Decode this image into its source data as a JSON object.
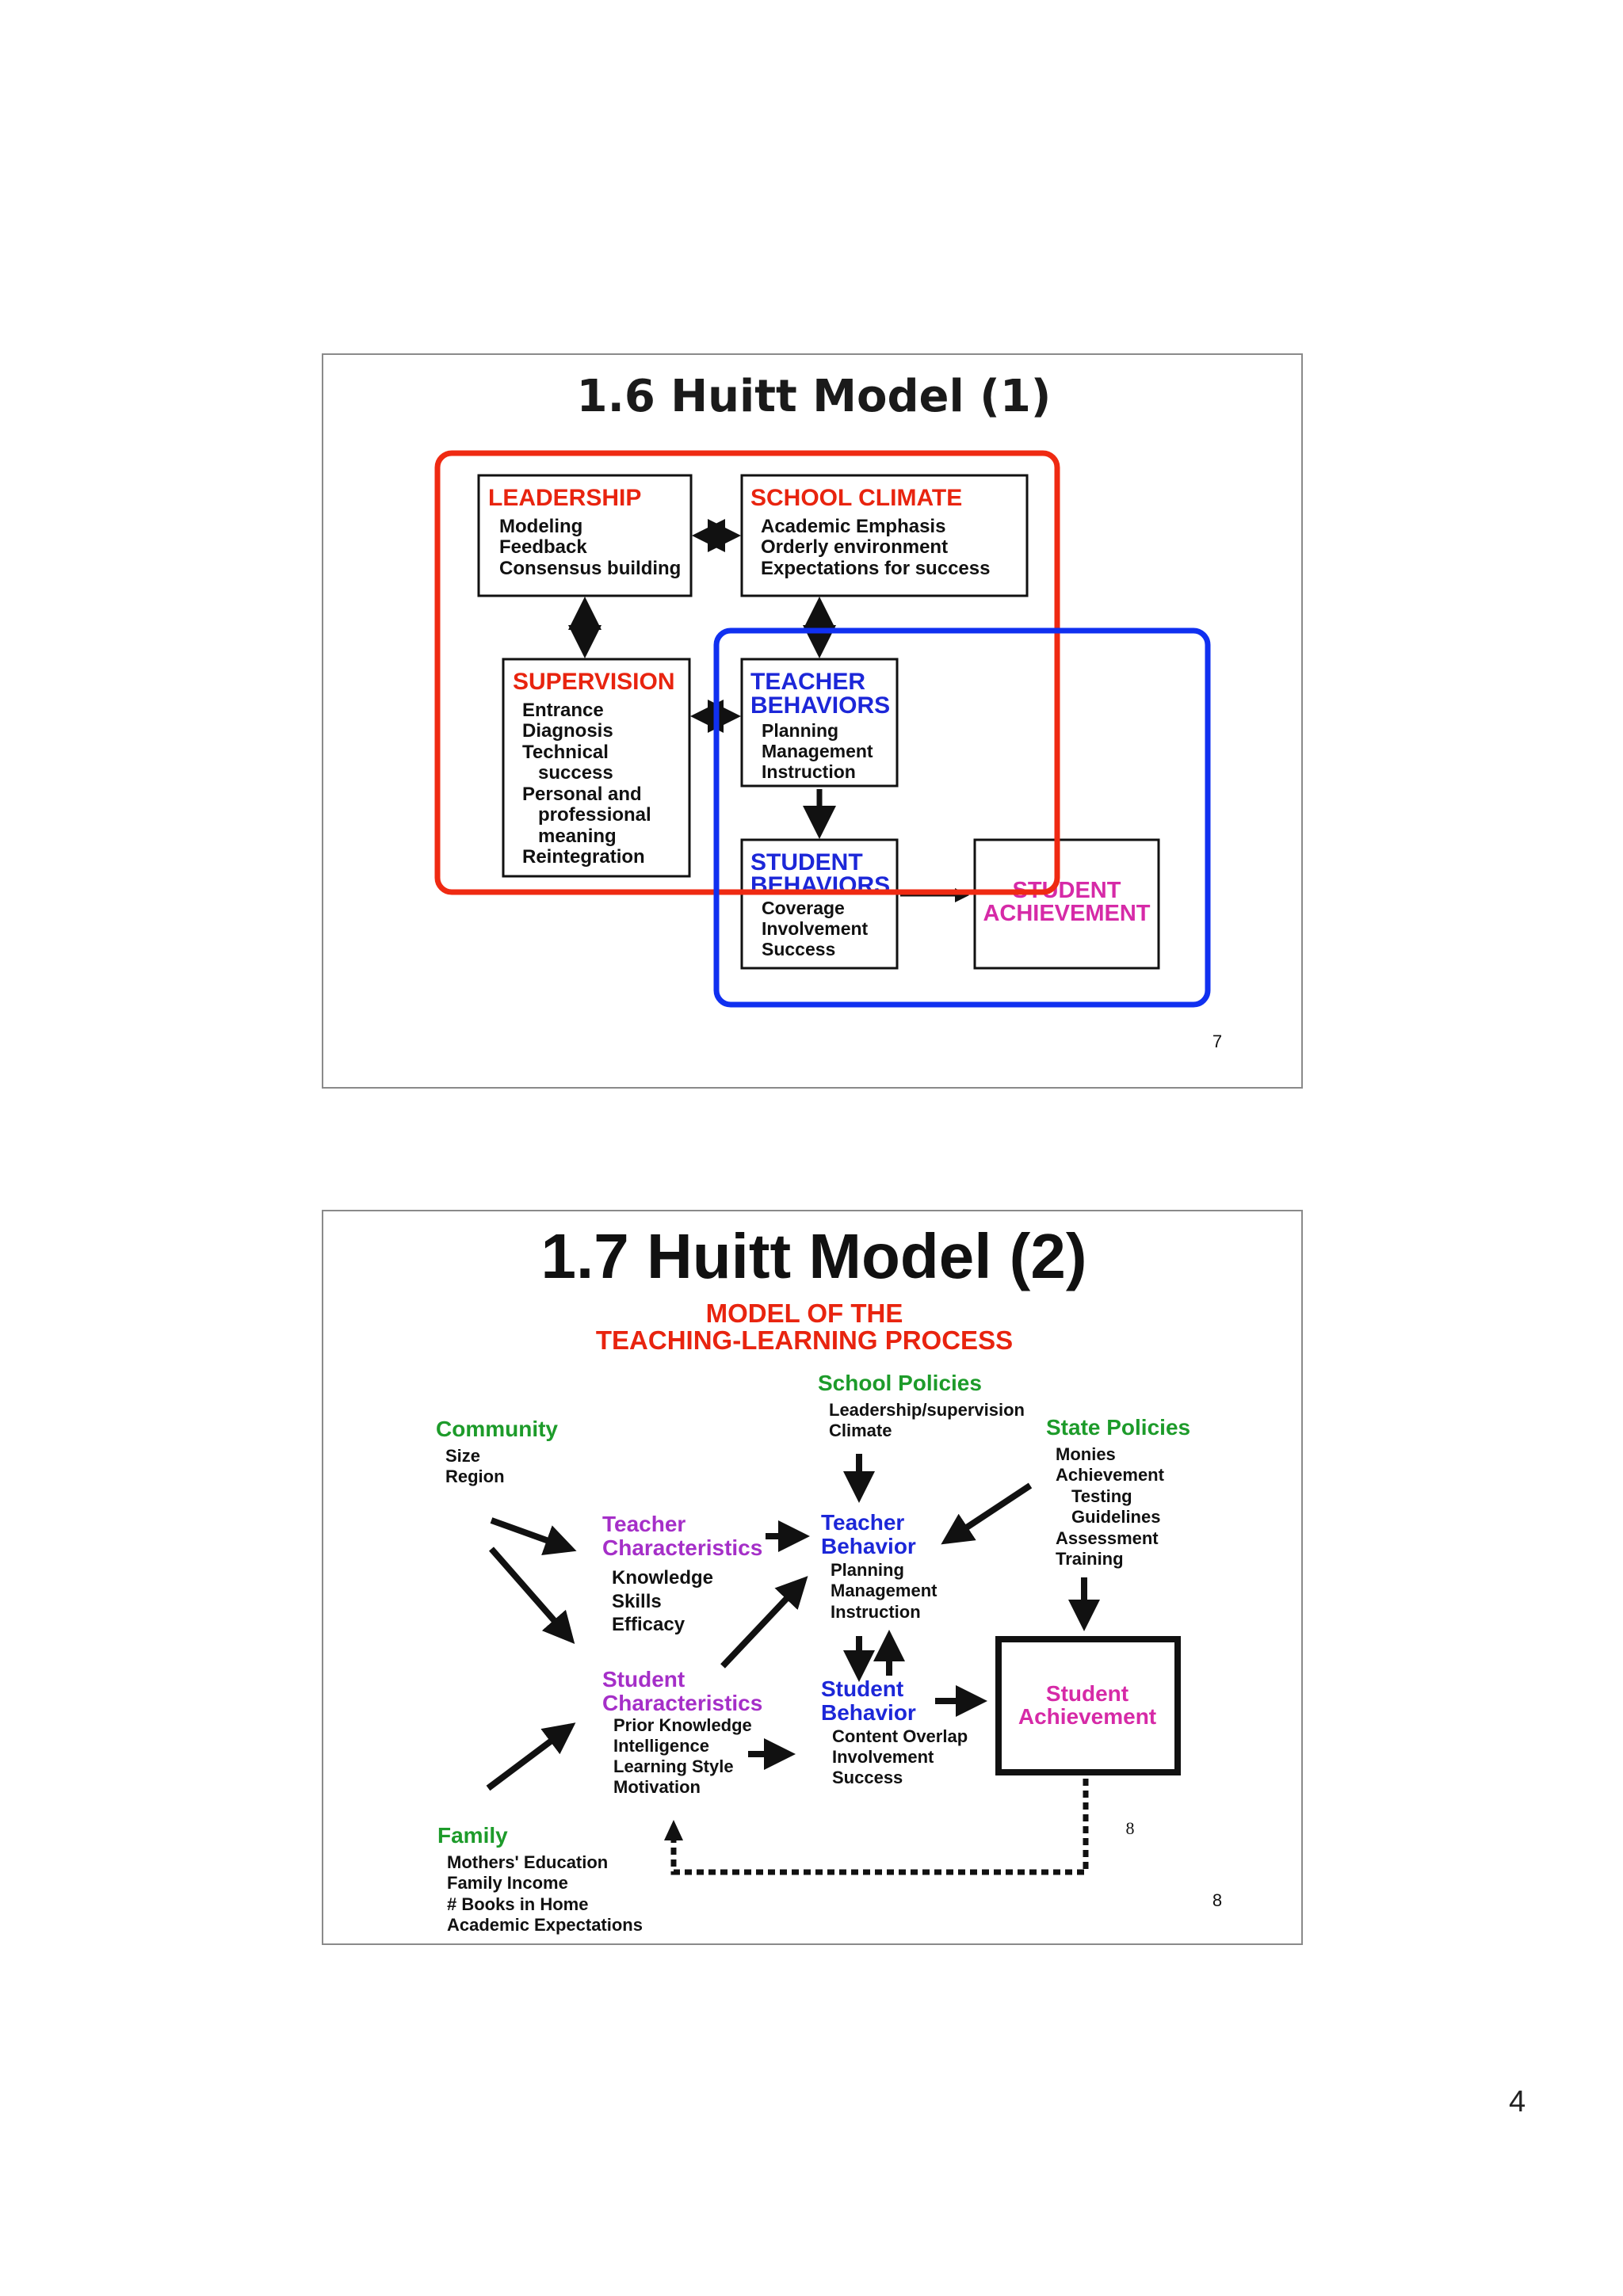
{
  "page_number": "4",
  "colors": {
    "red": "#e8240f",
    "blue": "#1c27d8",
    "green": "#1d9b2a",
    "purple": "#a52fc8",
    "magenta": "#d62aa7",
    "black": "#111111",
    "frame_red": "#ef2a12",
    "frame_blue": "#1030f0"
  },
  "slide1": {
    "title": "1.6 Huitt Model (1)",
    "slide_number": "7",
    "leadership": {
      "title": "LEADERSHIP",
      "items": [
        "Modeling",
        "Feedback",
        "Consensus building"
      ]
    },
    "school_climate": {
      "title": "SCHOOL CLIMATE",
      "items": [
        "Academic Emphasis",
        "Orderly environment",
        "Expectations for success"
      ]
    },
    "supervision": {
      "title": "SUPERVISION",
      "items": [
        "Entrance",
        "Diagnosis",
        "Technical",
        "success",
        "Personal and",
        "professional",
        "meaning",
        "Reintegration"
      ]
    },
    "teacher_behaviors": {
      "title_lines": [
        "TEACHER",
        "BEHAVIORS"
      ],
      "items": [
        "Planning",
        "Management",
        "Instruction"
      ]
    },
    "student_behaviors": {
      "title_lines": [
        "STUDENT",
        "BEHAVIORS"
      ],
      "items": [
        "Coverage",
        "Involvement",
        "Success"
      ]
    },
    "student_achievement": {
      "title_lines": [
        "STUDENT",
        "ACHIEVEMENT"
      ]
    }
  },
  "slide2": {
    "title": "1.7 Huitt Model (2)",
    "subtitle_lines": [
      "MODEL OF THE",
      "TEACHING-LEARNING PROCESS"
    ],
    "slide_number": "8",
    "inner_number": "8",
    "school_policies": {
      "title": "School Policies",
      "items": [
        "Leadership/supervision",
        "Climate"
      ]
    },
    "community": {
      "title": "Community",
      "items": [
        "Size",
        "Region"
      ]
    },
    "state_policies": {
      "title": "State Policies",
      "items": [
        "Monies",
        "Achievement",
        "Testing",
        "Guidelines",
        "Assessment",
        "Training"
      ]
    },
    "teacher_characteristics": {
      "title_lines": [
        "Teacher",
        "Characteristics"
      ],
      "items": [
        "Knowledge",
        "Skills",
        "Efficacy"
      ]
    },
    "teacher_behavior": {
      "title_lines": [
        "Teacher",
        "Behavior"
      ],
      "items": [
        "Planning",
        "Management",
        "Instruction"
      ]
    },
    "student_characteristics": {
      "title_lines": [
        "Student",
        "Characteristics"
      ],
      "items": [
        "Prior Knowledge",
        "Intelligence",
        "Learning Style",
        "Motivation"
      ]
    },
    "student_behavior": {
      "title_lines": [
        "Student",
        "Behavior"
      ],
      "items": [
        "Content Overlap",
        "Involvement",
        "Success"
      ]
    },
    "student_achievement": {
      "title_lines": [
        "Student",
        "Achievement"
      ]
    },
    "family": {
      "title": "Family",
      "items": [
        "Mothers' Education",
        "Family Income",
        "# Books in Home",
        "Academic Expectations"
      ]
    }
  }
}
